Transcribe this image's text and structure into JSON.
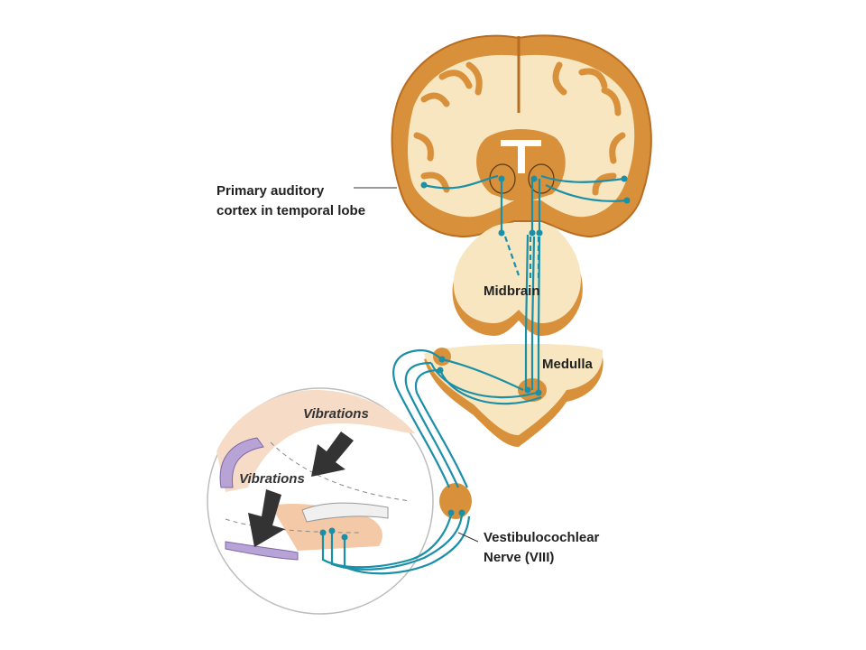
{
  "labels": {
    "cortex_line1": "Primary auditory",
    "cortex_line2": "cortex in temporal lobe",
    "midbrain": "Midbrain",
    "medulla": "Medulla",
    "nerve_line1": "Vestibulocochlear",
    "nerve_line2": "Nerve (VIII)",
    "vibrations_upper": "Vibrations",
    "vibrations_lower": "Vibrations"
  },
  "colors": {
    "tissue_orange": "#d9903a",
    "tissue_dark": "#b86d22",
    "white_matter": "#f7e6bf",
    "pathway_teal": "#1a8fa8",
    "cochlea_pink": "#f3c9a8",
    "hair_cell_purple": "#b7a3d6"
  }
}
